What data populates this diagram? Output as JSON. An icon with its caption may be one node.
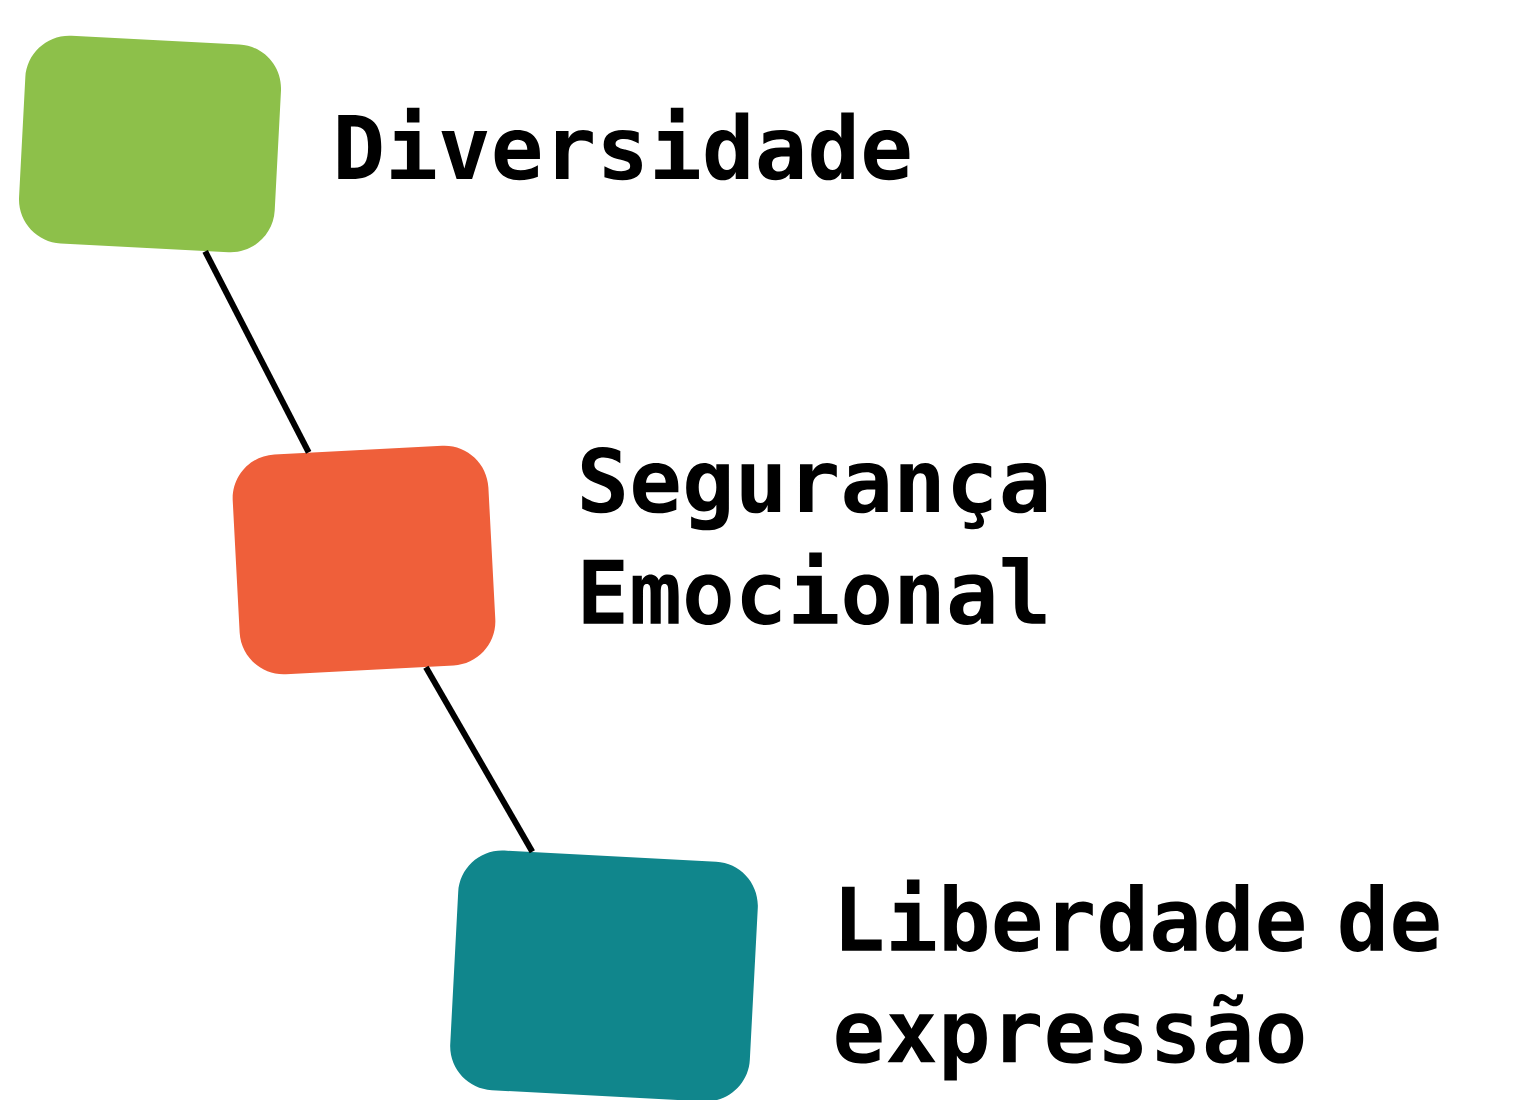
{
  "diagram": {
    "nodes": [
      {
        "text": [
          "Diversidade"
        ]
      },
      {
        "text": [
          "Segurança Emocional"
        ]
      },
      {
        "text": [
          "Liberdade de expressão"
        ]
      }
    ],
    "edges": [
      {
        "from": 0,
        "to": 1,
        "arrow": "none"
      },
      {
        "from": 1,
        "to": 2,
        "arrow": "none"
      }
    ]
  }
}
